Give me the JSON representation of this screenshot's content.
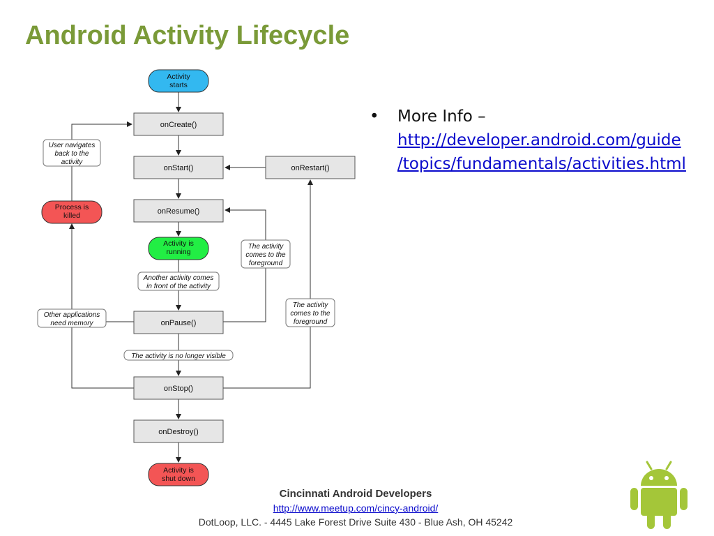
{
  "slide": {
    "title": "Android Activity Lifecycle",
    "info": {
      "bullet": "•",
      "prefix": "More Info –",
      "link_line1": "http://developer.android.com/guide",
      "link_line2": "/topics/fundamentals/activities.html"
    },
    "footer": {
      "org": "Cincinnati Android Developers",
      "url": "http://www.meetup.com/cincy-android/",
      "address": "DotLoop, LLC. - 4445 Lake Forest Drive Suite 430 - Blue Ash, OH 45242"
    },
    "logo": {
      "icon": "android-robot-icon",
      "color": "#a4c639"
    }
  },
  "diagram": {
    "colors": {
      "start": "#33b8f0",
      "running": "#22ee44",
      "end": "#f35555",
      "box": "#e6e6e6"
    },
    "nodes": {
      "activity_starts": [
        "Activity",
        "starts"
      ],
      "on_create": "onCreate()",
      "on_start": "onStart()",
      "on_restart": "onRestart()",
      "on_resume": "onResume()",
      "activity_running": [
        "Activity is",
        "running"
      ],
      "on_pause": "onPause()",
      "on_stop": "onStop()",
      "on_destroy": "onDestroy()",
      "activity_shut_down": [
        "Activity is",
        "shut down"
      ],
      "process_killed": [
        "Process is",
        "killed"
      ]
    },
    "notes": {
      "user_navigates_back": [
        "User navigates",
        "back to the",
        "activity"
      ],
      "activity_foreground_1": [
        "The activity",
        "comes to the",
        "foreground"
      ],
      "another_activity": [
        "Another activity comes",
        "in front of the activity"
      ],
      "other_apps_memory": [
        "Other applications",
        "need memory"
      ],
      "activity_foreground_2": [
        "The activity",
        "comes to the",
        "foreground"
      ],
      "no_longer_visible": [
        "The activity is no longer visible"
      ]
    }
  }
}
